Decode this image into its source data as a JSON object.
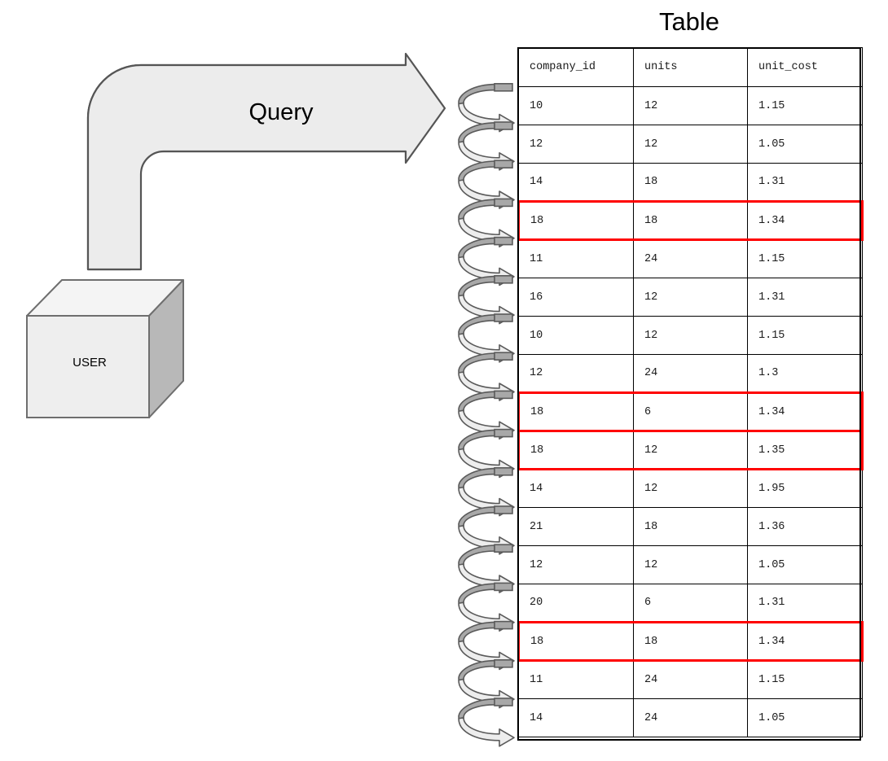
{
  "diagram": {
    "title": "Table",
    "query_label": "Query",
    "user_label": "USER",
    "colors": {
      "shape_fill": "#ececec",
      "shape_stroke": "#555555",
      "cube_front": "#eeeeee",
      "cube_top": "#f4f4f4",
      "cube_side": "#b8b8b8",
      "coil_dark": "#a8a8a8",
      "coil_light": "#ededed",
      "coil_stroke": "#5a5a5a",
      "highlight": "#ff0000",
      "table_border": "#000000",
      "text": "#1a1a1a"
    },
    "icons": {
      "query_arrow": "bent-arrow-icon",
      "user_shape": "cube-icon",
      "row_scan": "coil-arrow-icon"
    }
  },
  "table": {
    "columns": [
      "company_id",
      "units",
      "unit_cost"
    ],
    "rows": [
      {
        "company_id": "10",
        "units": "12",
        "unit_cost": "1.15",
        "highlighted": false
      },
      {
        "company_id": "12",
        "units": "12",
        "unit_cost": "1.05",
        "highlighted": false
      },
      {
        "company_id": "14",
        "units": "18",
        "unit_cost": "1.31",
        "highlighted": false
      },
      {
        "company_id": "18",
        "units": "18",
        "unit_cost": "1.34",
        "highlighted": true
      },
      {
        "company_id": "11",
        "units": "24",
        "unit_cost": "1.15",
        "highlighted": false
      },
      {
        "company_id": "16",
        "units": "12",
        "unit_cost": "1.31",
        "highlighted": false
      },
      {
        "company_id": "10",
        "units": "12",
        "unit_cost": "1.15",
        "highlighted": false
      },
      {
        "company_id": "12",
        "units": "24",
        "unit_cost": "1.3",
        "highlighted": false
      },
      {
        "company_id": "18",
        "units": "6",
        "unit_cost": "1.34",
        "highlighted": true
      },
      {
        "company_id": "18",
        "units": "12",
        "unit_cost": "1.35",
        "highlighted": true
      },
      {
        "company_id": "14",
        "units": "12",
        "unit_cost": "1.95",
        "highlighted": false
      },
      {
        "company_id": "21",
        "units": "18",
        "unit_cost": "1.36",
        "highlighted": false
      },
      {
        "company_id": "12",
        "units": "12",
        "unit_cost": "1.05",
        "highlighted": false
      },
      {
        "company_id": "20",
        "units": "6",
        "unit_cost": "1.31",
        "highlighted": false
      },
      {
        "company_id": "18",
        "units": "18",
        "unit_cost": "1.34",
        "highlighted": true
      },
      {
        "company_id": "11",
        "units": "24",
        "unit_cost": "1.15",
        "highlighted": false
      },
      {
        "company_id": "14",
        "units": "24",
        "unit_cost": "1.05",
        "highlighted": false
      }
    ]
  },
  "scan_arrows": {
    "count": 17
  }
}
